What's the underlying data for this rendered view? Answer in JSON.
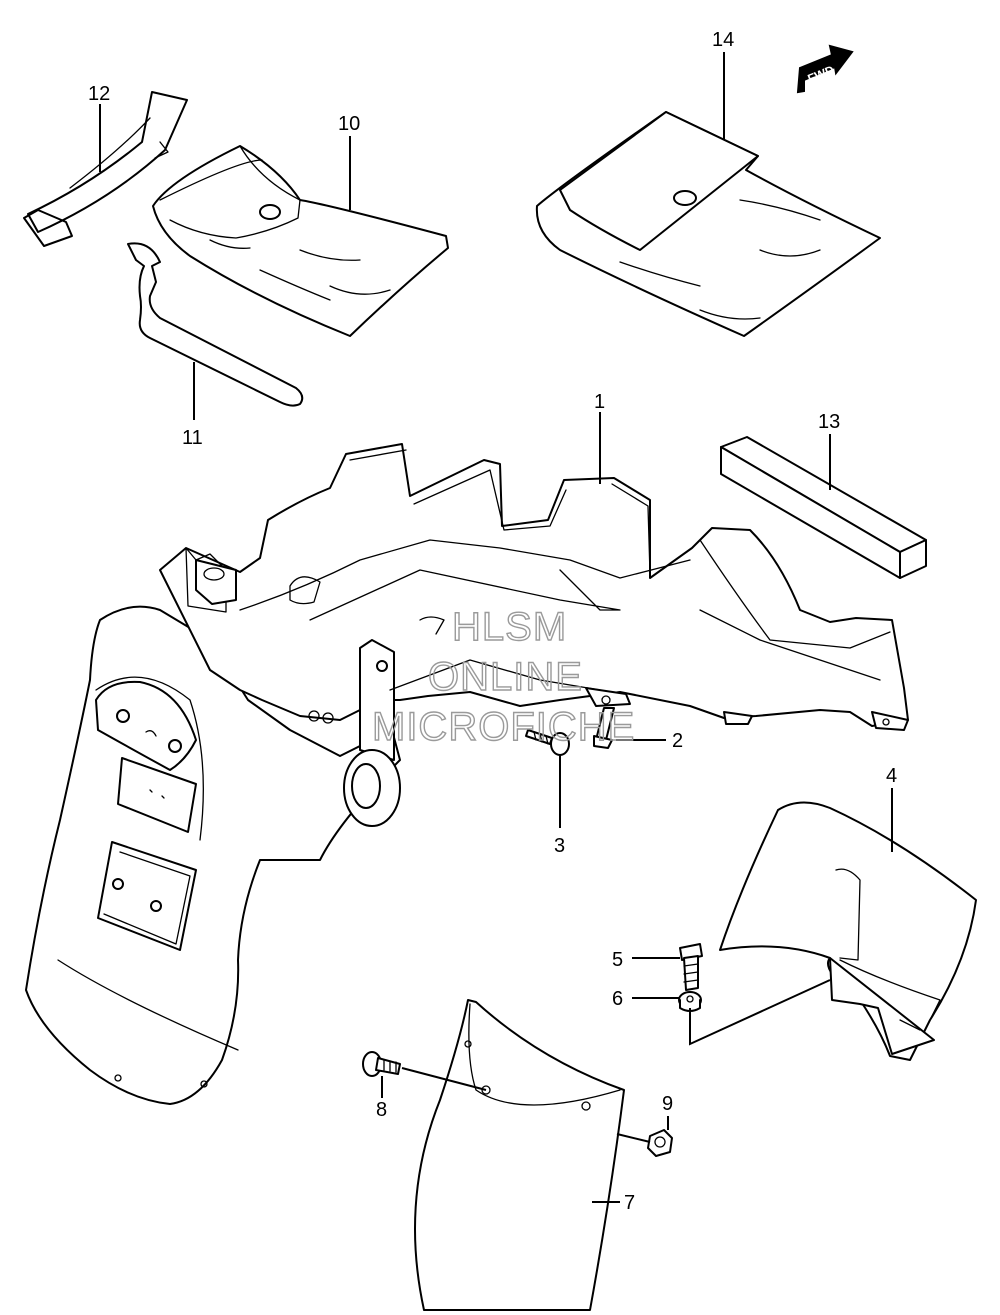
{
  "diagram": {
    "callouts": {
      "c1": "1",
      "c2": "2",
      "c3": "3",
      "c4": "4",
      "c5": "5",
      "c6": "6",
      "c7": "7",
      "c8": "8",
      "c9": "9",
      "c10": "10",
      "c11": "11",
      "c12": "12",
      "c13": "13",
      "c14": "14"
    },
    "fwd_label": "FWD",
    "watermark": {
      "line1": "HLSM",
      "line2": "ONLINE",
      "line3": "MICROFICHE"
    }
  }
}
